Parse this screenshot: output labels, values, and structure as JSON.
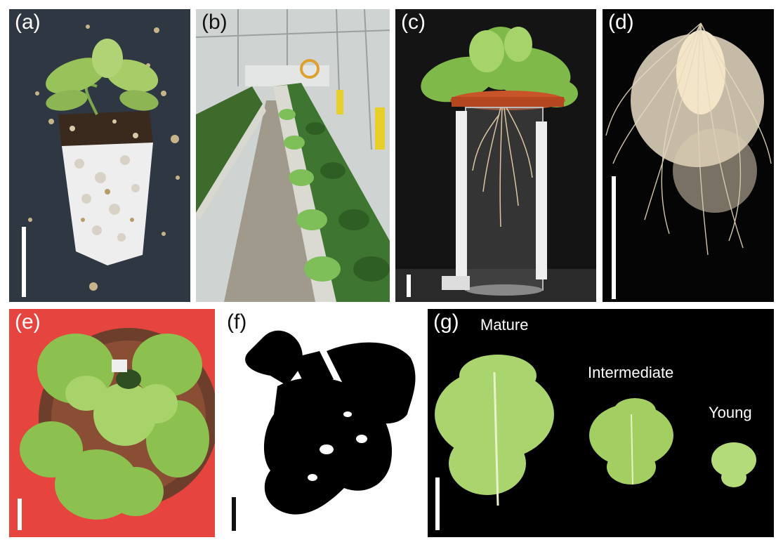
{
  "panels": [
    {
      "id": "a",
      "label": "(a)"
    },
    {
      "id": "b",
      "label": "(b)"
    },
    {
      "id": "c",
      "label": "(c)"
    },
    {
      "id": "d",
      "label": "(d)"
    },
    {
      "id": "e",
      "label": "(e)"
    },
    {
      "id": "f",
      "label": "(f)"
    },
    {
      "id": "g",
      "label": "(g)"
    }
  ],
  "leaf_stages": {
    "mature": "Mature",
    "intermediate": "Intermediate",
    "young": "Young"
  },
  "colors": {
    "scale_bar_light": "#ffffff",
    "scale_bar_dark": "#111111",
    "panel_e_background": "#e5443f",
    "panel_g_background": "#000000"
  }
}
